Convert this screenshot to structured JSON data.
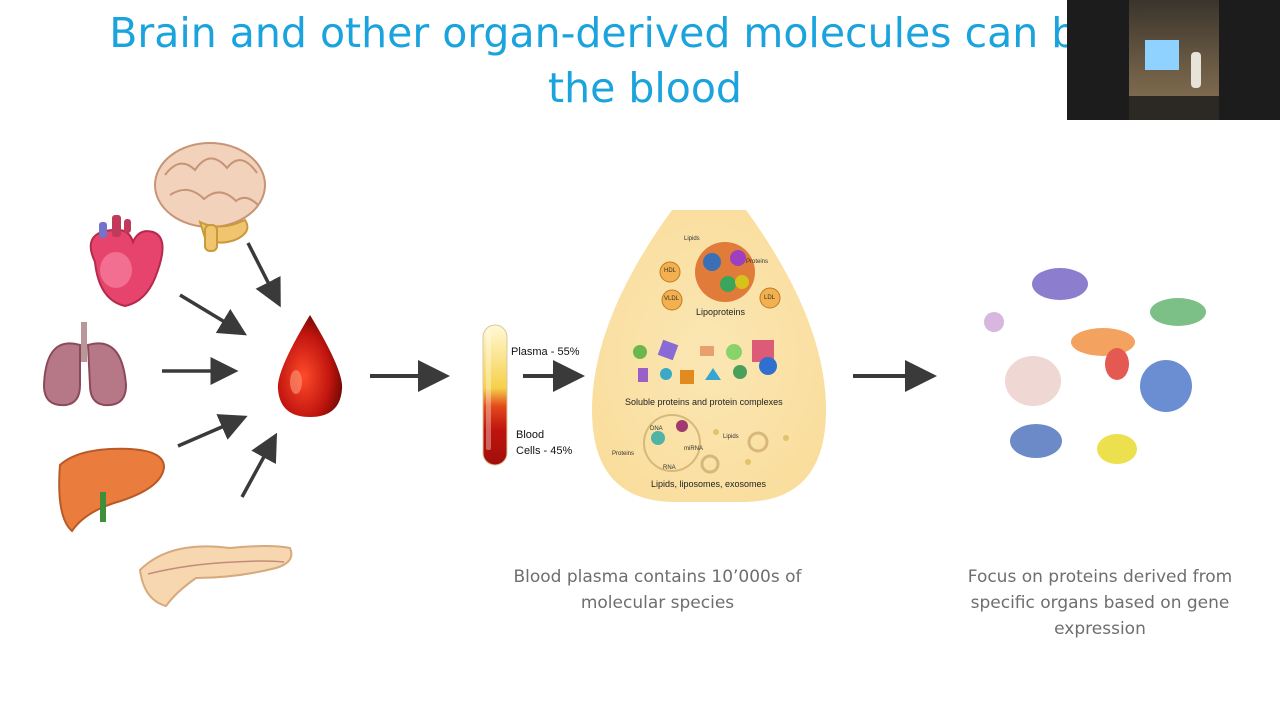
{
  "slide": {
    "title_line1": "Brain and other organ-derived molecules can be me",
    "title_line2": "the blood",
    "tube": {
      "plasma_label": "Plasma - 55%",
      "cells_label_line1": "Blood",
      "cells_label_line2": "Cells - 45%"
    },
    "plasma_diagram": {
      "lipoproteins": "Lipoproteins",
      "lipids_top": "Lipids",
      "proteins_top": "Proteins",
      "hdl": "HDL",
      "vldl": "VLDL",
      "ldl": "LDL",
      "soluble": "Soluble proteins and protein complexes",
      "lipids_section": "Lipids, liposomes, exosomes",
      "dna": "DNA",
      "mirna": "miRNA",
      "rna": "RNA",
      "proteins_small": "Proteins",
      "lipids_small": "Lipids"
    },
    "caption_middle": [
      "Blood plasma contains 10’000s of",
      "molecular species"
    ],
    "caption_right": [
      "Focus on proteins derived from",
      "specific organs based on gene",
      "expression"
    ]
  },
  "colors": {
    "title": "#1aa3dc",
    "arrow": "#3a3a3a",
    "caption": "#6e6e6e",
    "blood": "#c0140e",
    "plasma": "#f6e27a"
  },
  "icons": [
    "brain-icon",
    "heart-icon",
    "lungs-icon",
    "liver-icon",
    "pancreas-icon",
    "blood-drop-icon",
    "test-tube-icon"
  ]
}
